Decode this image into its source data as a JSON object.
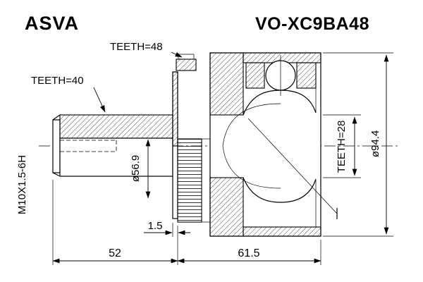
{
  "header": {
    "brand": "ASVA",
    "part_number": "VO-XC9BA48"
  },
  "drawing": {
    "labels": {
      "teeth_flange": "TEETH=48",
      "teeth_shaft": "TEETH=40",
      "teeth_inner": "TEETH=28",
      "thread_spec": "M10X1.5-6H"
    },
    "dimensions": {
      "flange_diameter": "ø56.9",
      "outer_diameter": "ø94.4",
      "lip_thickness": "1.5",
      "shaft_length": "52",
      "body_length": "61.5"
    },
    "colors": {
      "line": "#000000",
      "background": "#ffffff"
    }
  }
}
